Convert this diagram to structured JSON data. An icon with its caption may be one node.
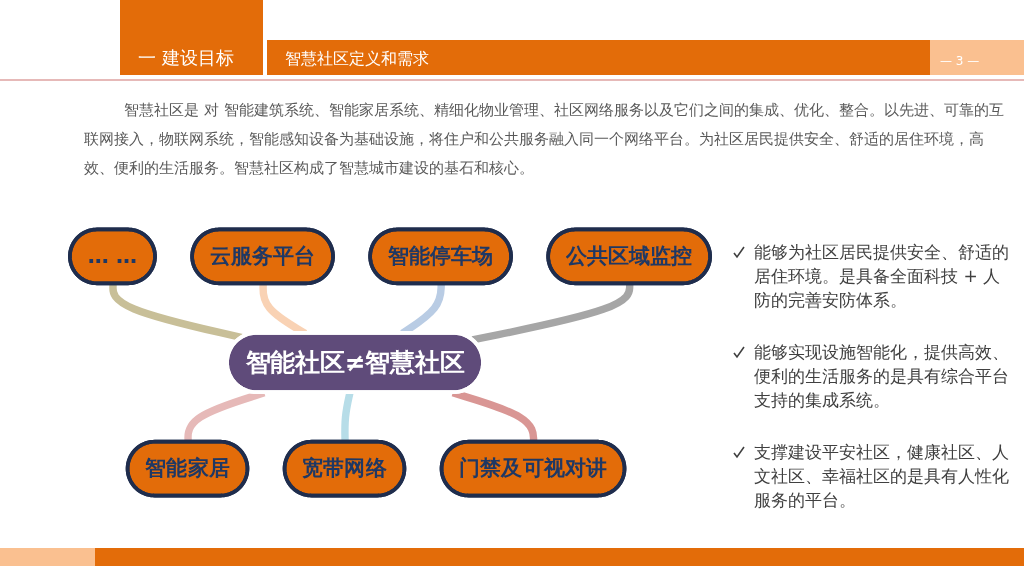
{
  "diagram": {
    "title": "智慧社区定义和需求",
    "nodes": [
      {
        "text": [
          "… …"
        ]
      },
      {
        "text": [
          "云服务平台"
        ]
      },
      {
        "text": [
          "智能停车场"
        ]
      },
      {
        "text": [
          "公共区域监控"
        ]
      },
      {
        "text": [
          "智能社区≠智慧社区"
        ]
      },
      {
        "text": [
          "智能家居"
        ]
      },
      {
        "text": [
          "宽带网络"
        ]
      },
      {
        "text": [
          "门禁及可视对讲"
        ]
      }
    ],
    "edges": [
      {
        "from": 0,
        "to": 4,
        "arrow": "none",
        "color": "#c8bf98"
      },
      {
        "from": 1,
        "to": 4,
        "arrow": "none",
        "color": "#f9d2b4"
      },
      {
        "from": 2,
        "to": 4,
        "arrow": "none",
        "color": "#b9cce4"
      },
      {
        "from": 3,
        "to": 4,
        "arrow": "none",
        "color": "#a6a6a6"
      },
      {
        "from": 4,
        "to": 5,
        "arrow": "none",
        "color": "#e6b9b8"
      },
      {
        "from": 4,
        "to": 6,
        "arrow": "none",
        "color": "#b7dde8"
      },
      {
        "from": 4,
        "to": 7,
        "arrow": "none",
        "color": "#d99694"
      }
    ],
    "labels": [
      "一 建设目标",
      "— 3 —",
      "智慧社区是 对 智能建筑系统、智能家居系统、精细化物业管理、社区网络服务以及它们之间的集成、优化、整合。以先进、可靠的互联网接入，物联网系统，智能感知设备为基础设施，将住户和公共服务融入同一个网络平台。为社区居民提供安全、舒适的居住环境，高效、便利的生活服务。智慧社区构成了智慧城市建设的基石和核心。",
      "能够为社区居民提供安全、舒适的居住环境。是具备全面科技 + 人防的完善安防体系。",
      "能够实现设施智能化，提供高效、便利的生活服务的是具有综合平台支持的集成系统。",
      "支撑建设平安社区，健康社区、人文社区、幸福社区的是具有人性化服务的平台。"
    ]
  }
}
